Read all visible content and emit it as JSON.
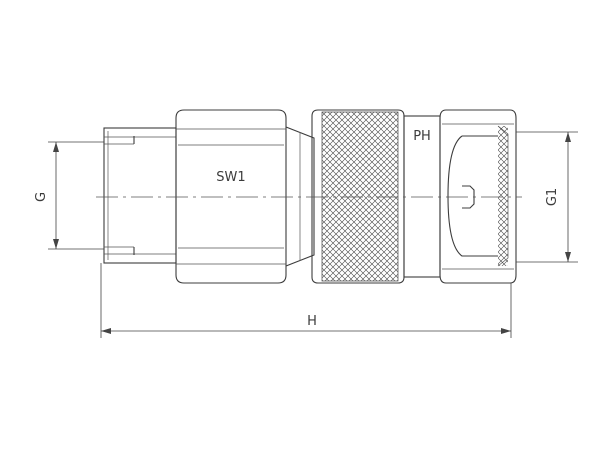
{
  "labels": {
    "g": "G",
    "sw1": "SW1",
    "ph": "PH",
    "g1": "G1",
    "h": "H"
  },
  "colors": {
    "line": "#3c3c3c",
    "background": "#ffffff"
  }
}
